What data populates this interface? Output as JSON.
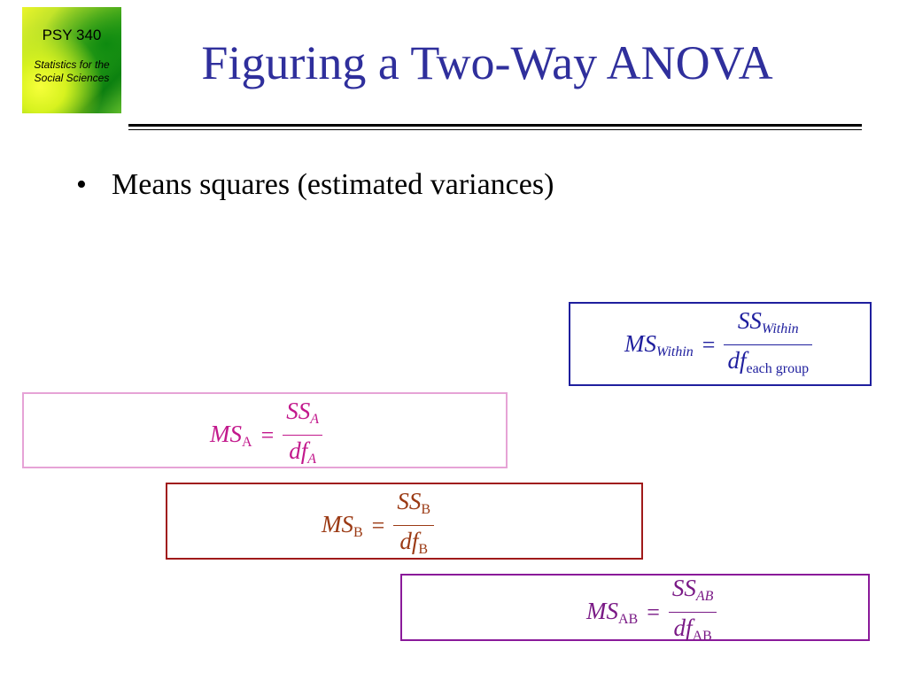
{
  "logo": {
    "course": "PSY 340",
    "subtitle_line1": "Statistics for the",
    "subtitle_line2": "Social Sciences"
  },
  "slide": {
    "title": "Figuring a Two-Way ANOVA",
    "bullet_glyph": "•",
    "bullet_text": "Means squares (estimated variances)"
  },
  "formulas": {
    "within": {
      "color": "#1f1f9e",
      "ms": "MS",
      "ms_sub": "Within",
      "eq": "=",
      "num": "SS",
      "num_sub": "Within",
      "den": "df",
      "den_sub": "each group"
    },
    "a": {
      "color": "#c2188c",
      "border_color": "#e6a3d6",
      "ms": "MS",
      "ms_sub": "A",
      "eq": "=",
      "num": "SS",
      "num_sub": "A",
      "den": "df",
      "den_sub": "A"
    },
    "b": {
      "color": "#9b3a14",
      "border_color": "#a01a1a",
      "ms": "MS",
      "ms_sub": "B",
      "eq": "=",
      "num": "SS",
      "num_sub": "B",
      "den": "df",
      "den_sub": "B"
    },
    "ab": {
      "color": "#7a1a86",
      "border_color": "#8a1a9a",
      "ms": "MS",
      "ms_sub": "AB",
      "eq": "=",
      "num": "SS",
      "num_sub": "AB",
      "den": "df",
      "den_sub": "AB"
    }
  }
}
